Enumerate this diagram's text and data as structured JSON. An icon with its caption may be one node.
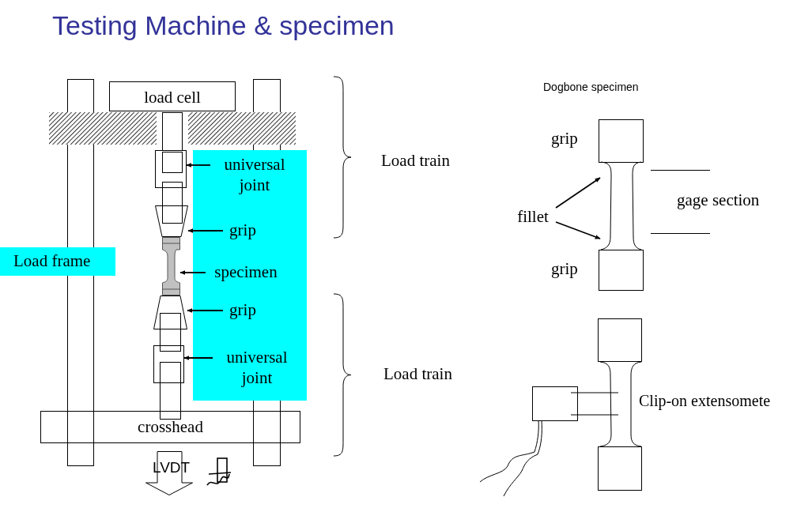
{
  "diagram": {
    "title": "Testing Machine & specimen",
    "nodes": [
      {
        "text": [
          "load cell"
        ]
      },
      {
        "text": [
          "Load frame"
        ]
      },
      {
        "text": [],
        "shape": "box"
      },
      {
        "text": [
          "universal joint"
        ],
        "in": 2
      },
      {
        "text": [
          "grip"
        ],
        "in": 2
      },
      {
        "text": [
          "specimen"
        ],
        "in": 2
      },
      {
        "text": [
          "grip"
        ],
        "in": 2
      },
      {
        "text": [
          "universal joint"
        ],
        "in": 2
      },
      {
        "text": [],
        "shape": "box"
      },
      {
        "text": [],
        "shape": "trapezoid"
      },
      {
        "text": [],
        "shape": "bar"
      },
      {
        "text": [],
        "shape": "trapezoid"
      },
      {
        "text": [],
        "shape": "box"
      },
      {
        "text": [
          "crosshead"
        ]
      },
      {
        "text": [
          "LVDT"
        ]
      },
      {
        "text": [
          "fillet"
        ]
      },
      {
        "text": [],
        "shape": "bar"
      }
    ],
    "edges": [
      {
        "from": 3,
        "to": 8,
        "arrow": "to"
      },
      {
        "from": 4,
        "to": 9,
        "arrow": "to"
      },
      {
        "from": 5,
        "to": 10,
        "arrow": "to"
      },
      {
        "from": 6,
        "to": 11,
        "arrow": "to"
      },
      {
        "from": 7,
        "to": 12,
        "arrow": "to"
      },
      {
        "from": 15,
        "to": 16,
        "arrow": "to"
      },
      {
        "from": 15,
        "to": 16,
        "arrow": "to"
      }
    ],
    "labels": [
      "Dogbone specimen",
      "grip",
      "Load train",
      "gage section",
      "grip",
      "Load train",
      "Clip-on extensomete"
    ]
  }
}
